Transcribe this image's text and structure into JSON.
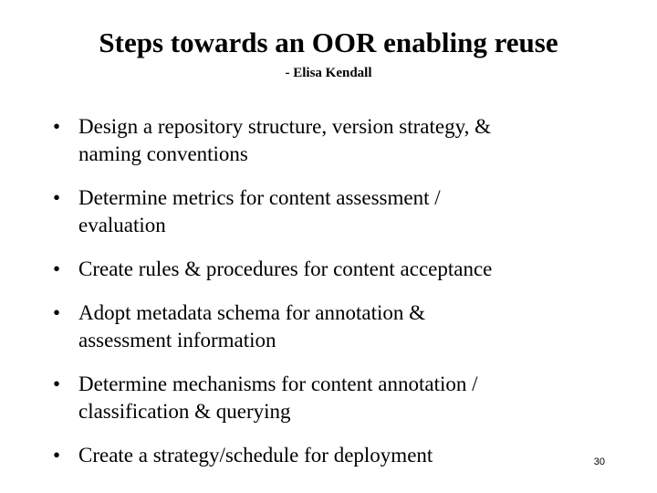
{
  "slide": {
    "title": "Steps towards an OOR enabling reuse",
    "subtitle": "- Elisa Kendall",
    "slide_number": "30",
    "bullet_marker": "•",
    "background_color": "#ffffff",
    "text_color": "#000000",
    "bullets": [
      {
        "text": "Design a repository structure, version strategy, &\nnaming conventions"
      },
      {
        "text": "Determine metrics for content assessment /\nevaluation"
      },
      {
        "text": "Create rules & procedures for content acceptance"
      },
      {
        "text": "Adopt metadata schema for annotation &\nassessment information"
      },
      {
        "text": "Determine mechanisms for content annotation /\nclassification & querying"
      },
      {
        "text": "Create a strategy/schedule for deployment"
      }
    ]
  }
}
